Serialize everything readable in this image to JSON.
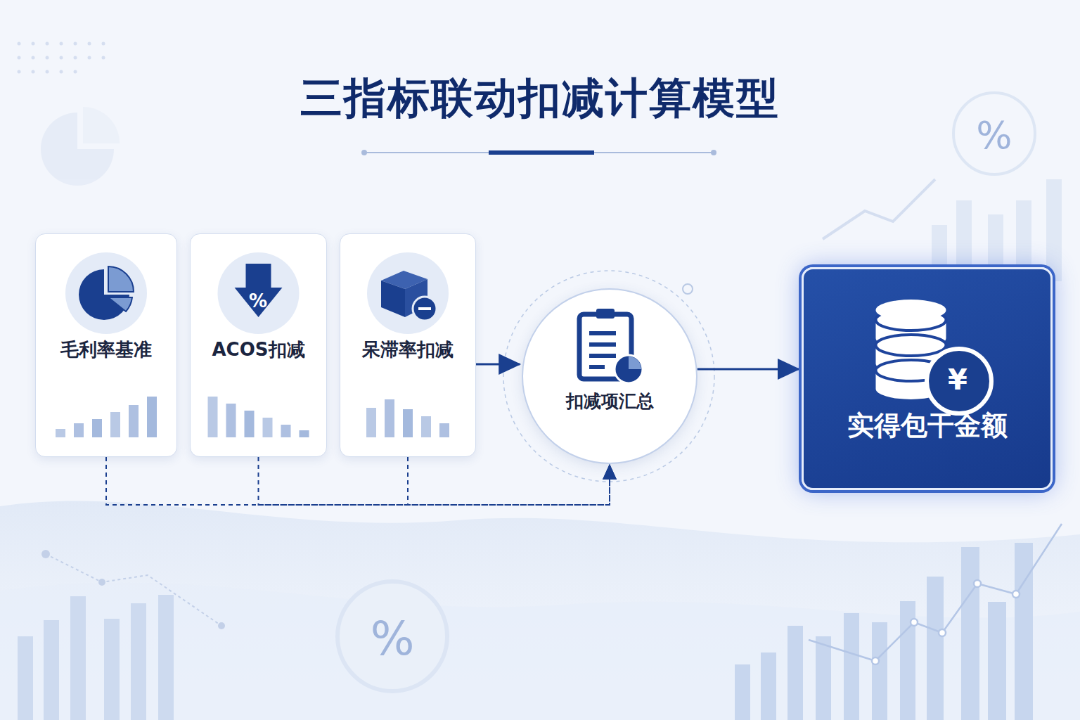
{
  "diagram": {
    "title": "三指标联动扣减计算模型",
    "nodes": [
      {
        "text": [
          "毛利率基准"
        ]
      },
      {
        "text": [
          "ACOS扣减"
        ]
      },
      {
        "text": [
          "呆滞率扣减"
        ]
      },
      {
        "text": [
          "扣减项汇总"
        ]
      },
      {
        "text": [
          "实得包干金额"
        ]
      }
    ],
    "edges": [
      {
        "from": 2,
        "to": 3,
        "arrow": "to"
      },
      {
        "from": 3,
        "to": 4,
        "arrow": "to"
      },
      {
        "from": 0,
        "to": 3,
        "arrow": "to"
      },
      {
        "from": 1,
        "to": 3,
        "arrow": "to"
      },
      {
        "from": 2,
        "to": 3,
        "arrow": "to"
      }
    ],
    "labels": [
      "%",
      "¥",
      "%",
      "%"
    ]
  }
}
